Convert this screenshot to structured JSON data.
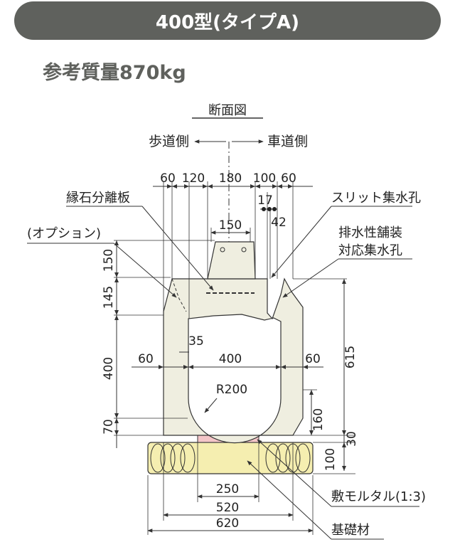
{
  "header": {
    "title": "400型(タイプA)"
  },
  "weight_label": "参考質量870kg",
  "diagram": {
    "section_title": "断面図",
    "sidewalk": "歩道側",
    "roadway": "車道側",
    "labels": {
      "curb_plate": "縁石分離板",
      "optional": "(オプション)",
      "slit": "スリット集水孔",
      "drain1": "排水性舗装",
      "drain2": "対応集水孔",
      "radius": "R200",
      "mortar": "敷モルタル(1:3)",
      "base": "基礎材"
    },
    "dims": {
      "top60a": "60",
      "top120": "120",
      "top180": "180",
      "top100": "100",
      "top60b": "60",
      "d17": "17",
      "d42": "42",
      "d150w": "150",
      "v150": "150",
      "v145": "145",
      "v400": "400",
      "v70": "70",
      "h35": "35",
      "h60l": "60",
      "h400": "400",
      "h60r": "60",
      "v615": "615",
      "v160": "160",
      "v30": "30",
      "v100": "100",
      "b250": "250",
      "b520": "520",
      "b620": "620"
    },
    "colors": {
      "concrete": "#efeee0",
      "mortar": "#f4c6c8",
      "base": "#f5eeb0",
      "line": "#333333"
    }
  }
}
